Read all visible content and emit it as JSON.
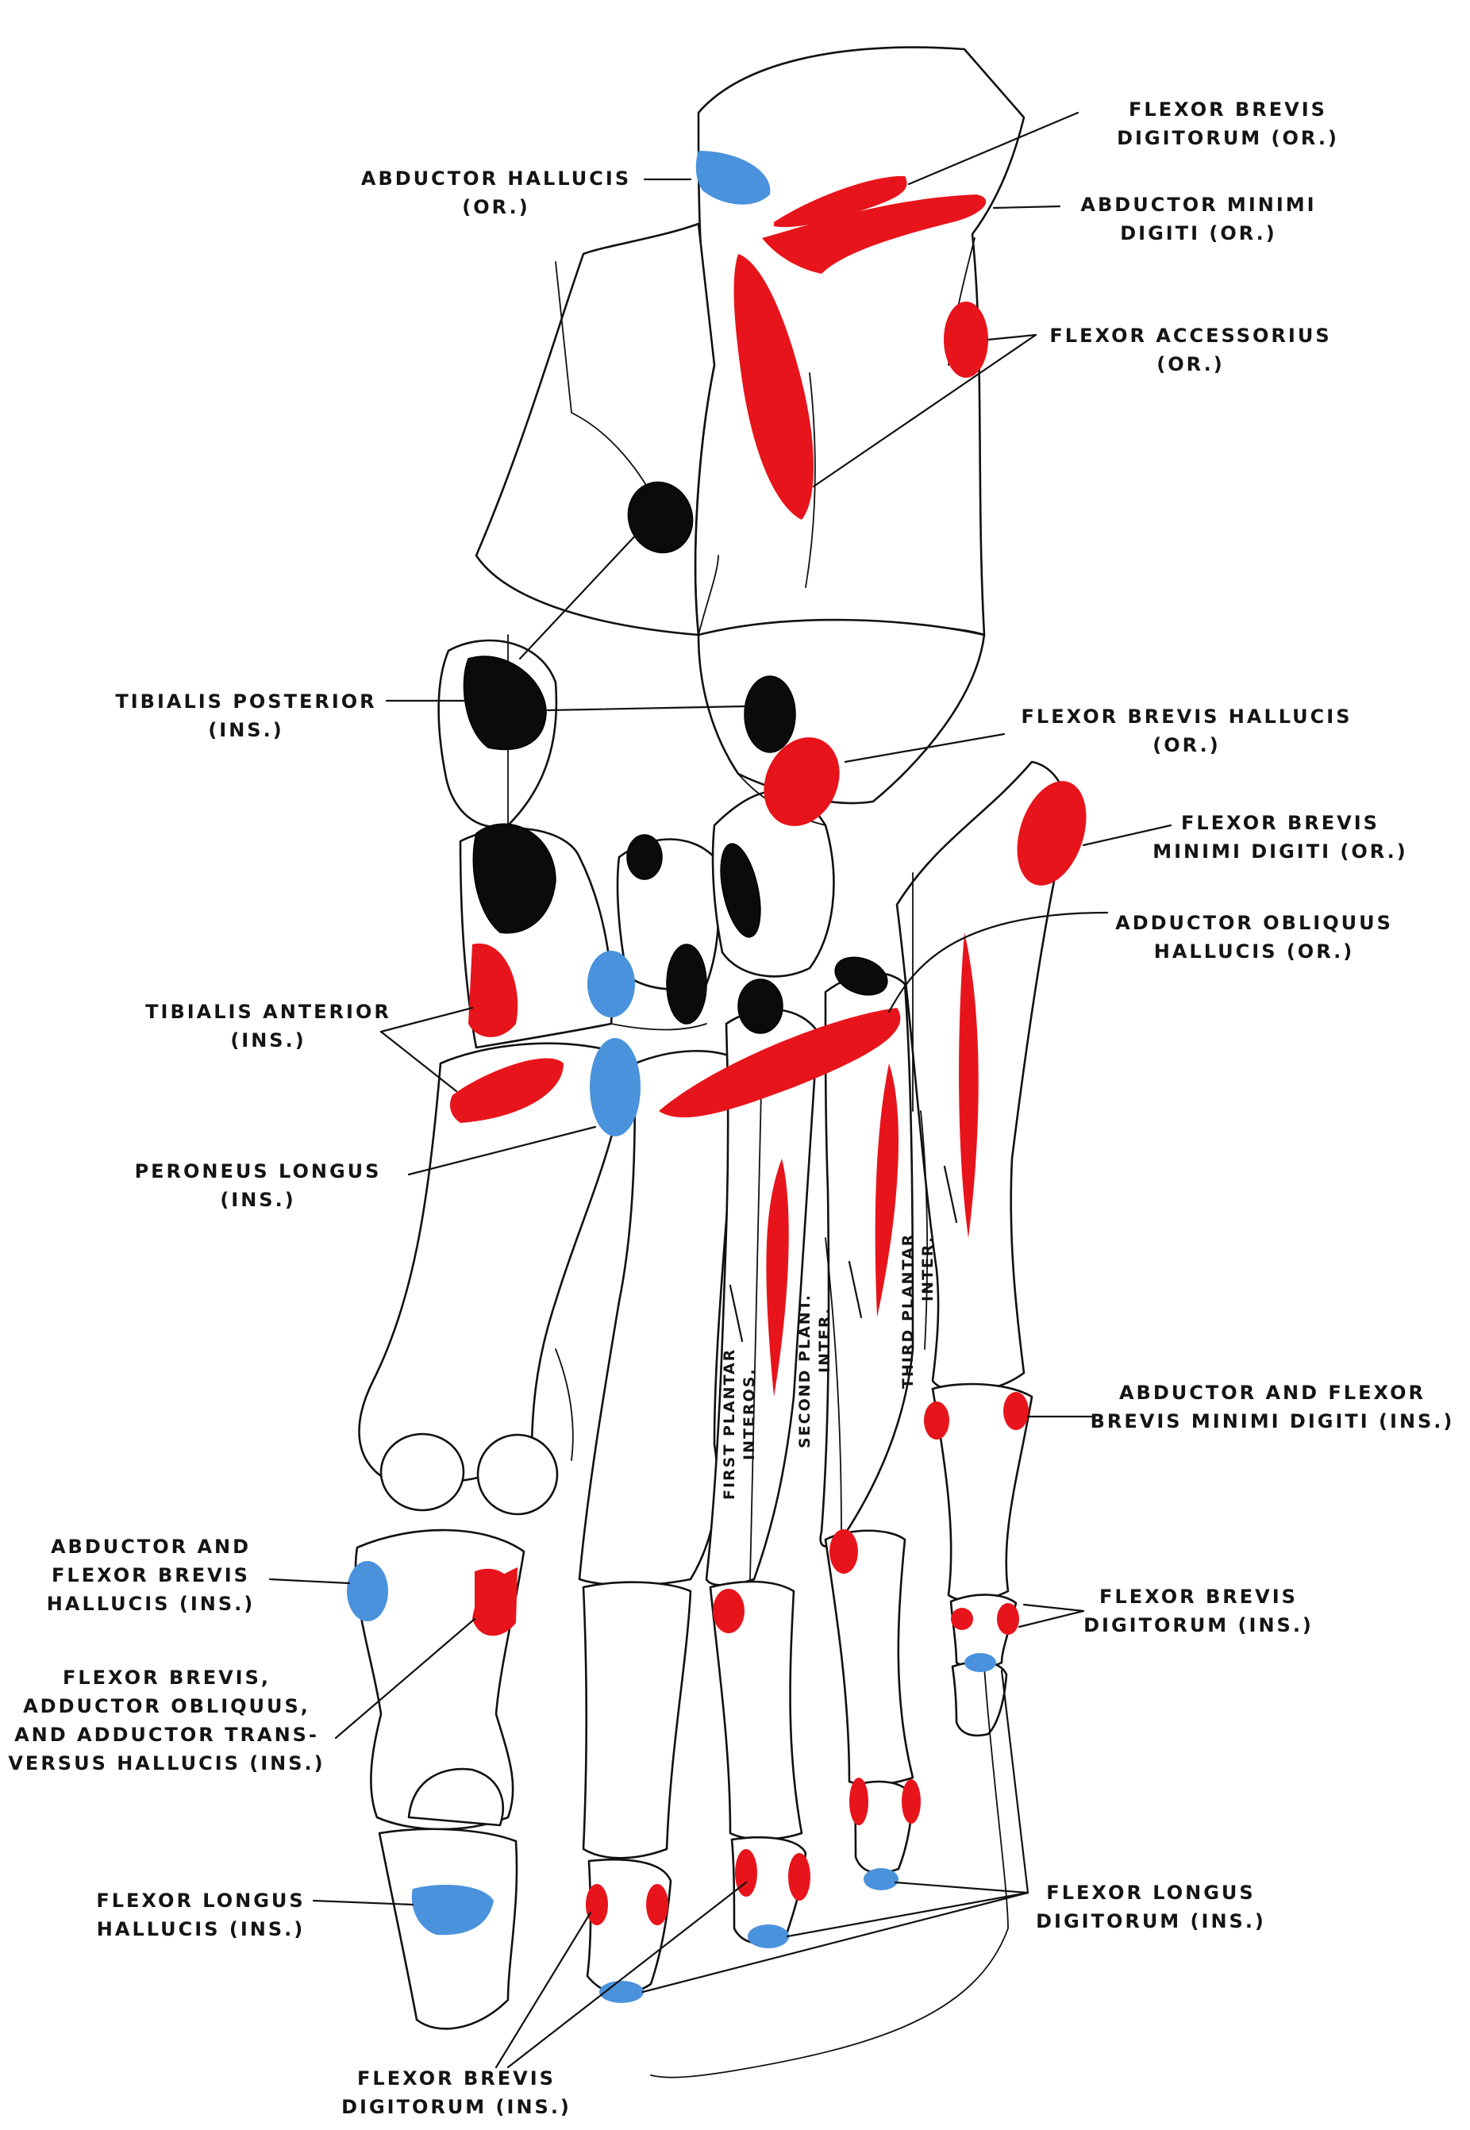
{
  "colors": {
    "origin": "#e8141b",
    "insertion_blue": "#4a92dc",
    "insertion_black": "#0b0b0b",
    "bone_outline": "#111111",
    "background": "#ffffff"
  },
  "labels": {
    "flexor_brevis_digitorum_or": [
      "FLEXOR BREVIS",
      "DIGITORUM (OR.)"
    ],
    "abductor_hallucis_or": [
      "ABDUCTOR HALLUCIS",
      "(OR.)"
    ],
    "abductor_minimi_digiti_or": [
      "ABDUCTOR MINIMI",
      "DIGITI (OR.)"
    ],
    "flexor_accessorius_or": [
      "FLEXOR ACCESSORIUS",
      "(OR.)"
    ],
    "tibialis_posterior_ins": [
      "TIBIALIS POSTERIOR",
      "(INS.)"
    ],
    "flexor_brevis_hallucis_or": [
      "FLEXOR BREVIS HALLUCIS",
      "(OR.)"
    ],
    "flexor_brevis_minimi_digiti_or": [
      "FLEXOR BREVIS",
      "MINIMI DIGITI (OR.)"
    ],
    "adductor_obliquus_hallucis_or": [
      "ADDUCTOR OBLIQUUS",
      "HALLUCIS (OR.)"
    ],
    "tibialis_anterior_ins": [
      "TIBIALIS ANTERIOR",
      "(INS.)"
    ],
    "peroneus_longus_ins": [
      "PERONEUS LONGUS",
      "(INS.)"
    ],
    "abductor_flexor_minimi_digiti_ins": [
      "ABDUCTOR AND FLEXOR",
      "BREVIS MINIMI DIGITI (INS.)"
    ],
    "abductor_flexor_brevis_hallucis_ins": [
      "ABDUCTOR AND",
      "FLEXOR BREVIS",
      "HALLUCIS (INS.)"
    ],
    "flexor_brevis_adductors_ins": [
      "FLEXOR BREVIS,",
      "ADDUCTOR OBLIQUUS,",
      "AND ADDUCTOR TRANS-",
      "VERSUS HALLUCIS (INS.)"
    ],
    "flexor_brevis_digitorum_ins_right": [
      "FLEXOR BREVIS",
      "DIGITORUM (INS.)"
    ],
    "flexor_longus_hallucis_ins": [
      "FLEXOR LONGUS",
      "HALLUCIS (INS.)"
    ],
    "flexor_longus_digitorum_ins": [
      "FLEXOR LONGUS",
      "DIGITORUM (INS.)"
    ],
    "flexor_brevis_digitorum_ins_bottom": [
      "FLEXOR BREVIS",
      "DIGITORUM (INS.)"
    ],
    "first_plantar_interos": [
      "FIRST PLANTAR",
      "INTEROS."
    ],
    "second_plant_inter": [
      "SECOND PLANT.",
      "INTER."
    ],
    "third_plantar_inter": [
      "THIRD PLANTAR",
      "INTER."
    ]
  }
}
